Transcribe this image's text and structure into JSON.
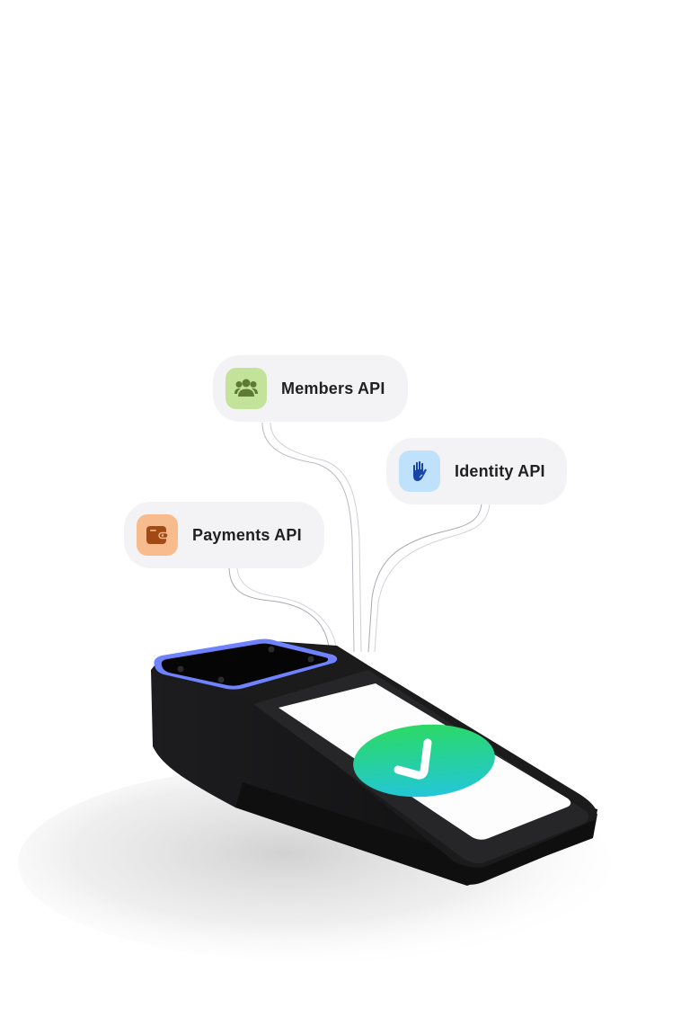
{
  "badges": [
    {
      "id": "members",
      "label": "Members API",
      "icon": "users-group-icon",
      "tile_color": "#c3e39a",
      "icon_color": "#5f7a32"
    },
    {
      "id": "identity",
      "label": "Identity API",
      "icon": "raised-hand-icon",
      "tile_color": "#bfe1fc",
      "icon_color": "#1746a8"
    },
    {
      "id": "payments",
      "label": "Payments API",
      "icon": "wallet-icon",
      "tile_color": "#f8bb8e",
      "icon_color": "#a14a14"
    }
  ],
  "device": {
    "name": "payment-terminal",
    "status_icon": "checkmark-icon",
    "status_gradient": [
      "#2bd965",
      "#22c7d8"
    ],
    "ring_color": "#6f82ff",
    "body_color": "#161616"
  },
  "background_color": "#ffffff",
  "badge_background": "#f3f3f5"
}
